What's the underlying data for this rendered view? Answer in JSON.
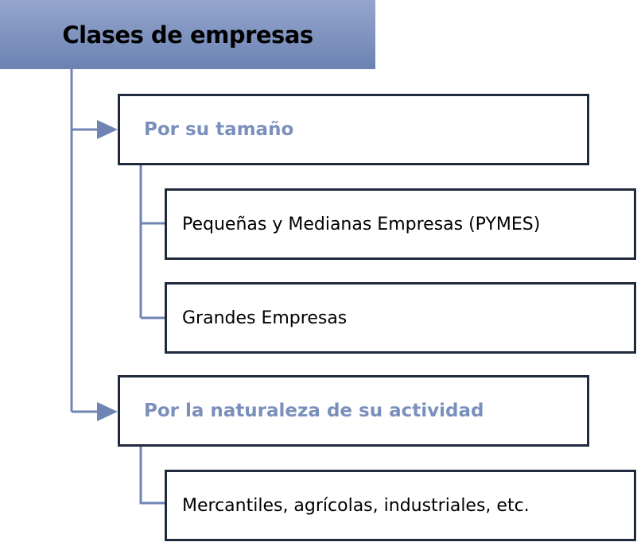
{
  "root": {
    "title": "Clases de empresas"
  },
  "categories": [
    {
      "label": "Por su tamaño",
      "children": [
        "Pequeñas y Medianas Empresas (PYMES)",
        "Grandes Empresas"
      ]
    },
    {
      "label": "Por la naturaleza de su actividad",
      "children": [
        "Mercantiles, agrícolas, industriales, etc."
      ]
    }
  ],
  "colors": {
    "connector": "#6f84b5",
    "header_top": "#94a6cd",
    "header_bottom": "#6c82b3",
    "category_text": "#7a8fbc",
    "border": "#1f2a3d"
  }
}
